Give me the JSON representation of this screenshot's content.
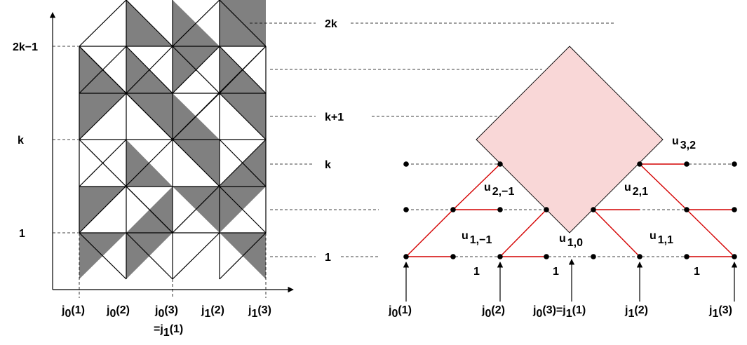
{
  "left_panel": {
    "y_axis_labels": {
      "upper": "2k−1",
      "middle": "k",
      "lower": "1"
    },
    "bottom_labels": [
      {
        "base": "j",
        "sub": "0",
        "arg": "(1)"
      },
      {
        "base": "j",
        "sub": "0",
        "arg": "(2)"
      },
      {
        "base": "j",
        "sub": "0",
        "arg": "(3)"
      },
      {
        "base": "j",
        "sub": "1",
        "arg": "(2)"
      },
      {
        "base": "j",
        "sub": "1",
        "arg": "(3)"
      }
    ],
    "extra_label": {
      "prefix": "=",
      "base": "j",
      "sub": "1",
      "arg": "(1)"
    }
  },
  "middle_labels": {
    "top": "2k",
    "k_plus_1": "k+1",
    "k": "k",
    "one": "1"
  },
  "right_panel": {
    "u_labels": [
      {
        "base": "u",
        "sub": "3,2"
      },
      {
        "base": "u",
        "sub": "2,−1"
      },
      {
        "base": "u",
        "sub": "2,1"
      },
      {
        "base": "u",
        "sub": "1,−1"
      },
      {
        "base": "u",
        "sub": "1,0"
      },
      {
        "base": "u",
        "sub": "1,1"
      }
    ],
    "interval_labels": [
      "1",
      "1",
      "1"
    ],
    "bottom_labels": [
      {
        "base": "j",
        "sub": "0",
        "arg": "(1)"
      },
      {
        "base": "j",
        "sub": "0",
        "arg": "(2)"
      },
      {
        "base": "j",
        "sub": "0",
        "arg": "(3)",
        "suffix": "=",
        "base2": "j",
        "sub2": "1",
        "arg2": "(1)"
      },
      {
        "base": "j",
        "sub": "1",
        "arg": "(2)"
      },
      {
        "base": "j",
        "sub": "1",
        "arg": "(3)"
      }
    ]
  },
  "colors": {
    "shade": "#808080",
    "diamond_fill": "#f9d7d7",
    "red_path": "#d40000"
  }
}
